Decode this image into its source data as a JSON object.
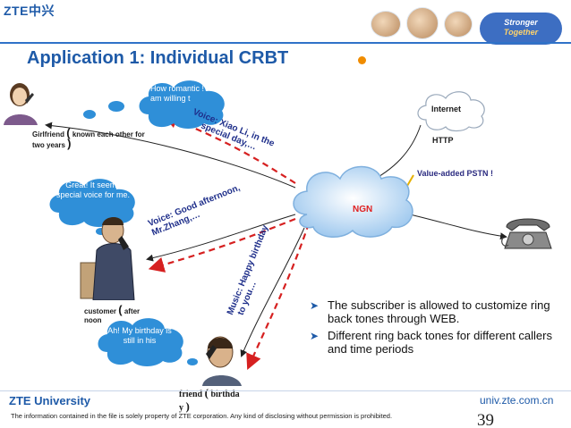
{
  "header": {
    "logo": "ZTE中兴",
    "slogan_line1": "Stronger",
    "slogan_line2": "Together"
  },
  "slide": {
    "title": "Application 1: Individual CRBT"
  },
  "diagram": {
    "cloud_top": "How romantic ! I am willing t",
    "cloud_mid": "Great! It seems special voice for me.",
    "cloud_bottom": "Ah! My birthday is still in his",
    "girlfriend_label_a": "Girlfriend",
    "girlfriend_label_b": "known each other for",
    "girlfriend_label_c": "two years",
    "customer_label_a": "customer",
    "customer_label_b": "after",
    "customer_label_c": "noon",
    "friend_label_a": "friend",
    "friend_label_b": "birthda",
    "friend_label_c": "y",
    "paren_open": "(",
    "paren_close": ")",
    "voice1_line1": "Voice: Xiao Li, in the",
    "voice1_line2": "special day,…",
    "voice2_line1": "Voice: Good afternoon,",
    "voice2_line2": "Mr.Zhang,…",
    "music_line1": "Music: Happy birthday",
    "music_line2": "to you…",
    "ngn": "NGN",
    "internet": "Internet",
    "http": "HTTP",
    "vapstn": "Value-added PSTN !"
  },
  "bullets": [
    "The subscriber is allowed to customize ring back tones through WEB.",
    "Different ring back tones for different callers and time periods"
  ],
  "footer": {
    "brand": "ZTE University",
    "url": "univ.zte.com.cn",
    "note": "The information contained in the file is solely property of ZTE corporation. Any kind of disclosing without permission is prohibited.",
    "page": "39"
  },
  "colors": {
    "brand_blue": "#1e5aa8",
    "accent_orange": "#f08c00",
    "cloud_blue": "#2f8fd8",
    "dashed_red": "#d62020"
  }
}
